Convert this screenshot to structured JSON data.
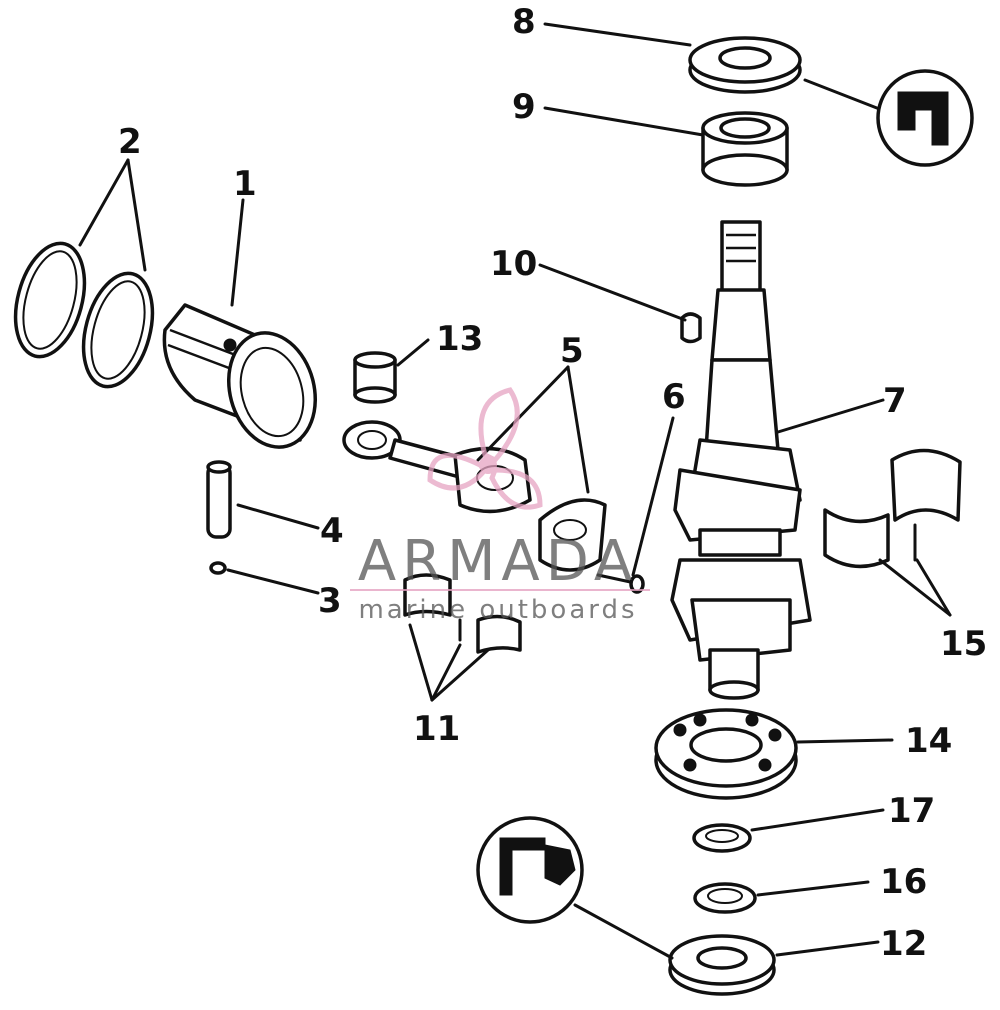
{
  "callouts": {
    "c1": "1",
    "c2": "2",
    "c3": "3",
    "c4": "4",
    "c5": "5",
    "c6": "6",
    "c7": "7",
    "c8": "8",
    "c9": "9",
    "c10": "10",
    "c11": "11",
    "c12": "12",
    "c13": "13",
    "c14": "14",
    "c15": "15",
    "c16": "16",
    "c17": "17"
  },
  "watermark": {
    "brand": "ARMADA",
    "tagline": "marine outboards",
    "logo_color": "#e6a3c2"
  },
  "colors": {
    "ink": "#111111",
    "paper": "#ffffff"
  }
}
